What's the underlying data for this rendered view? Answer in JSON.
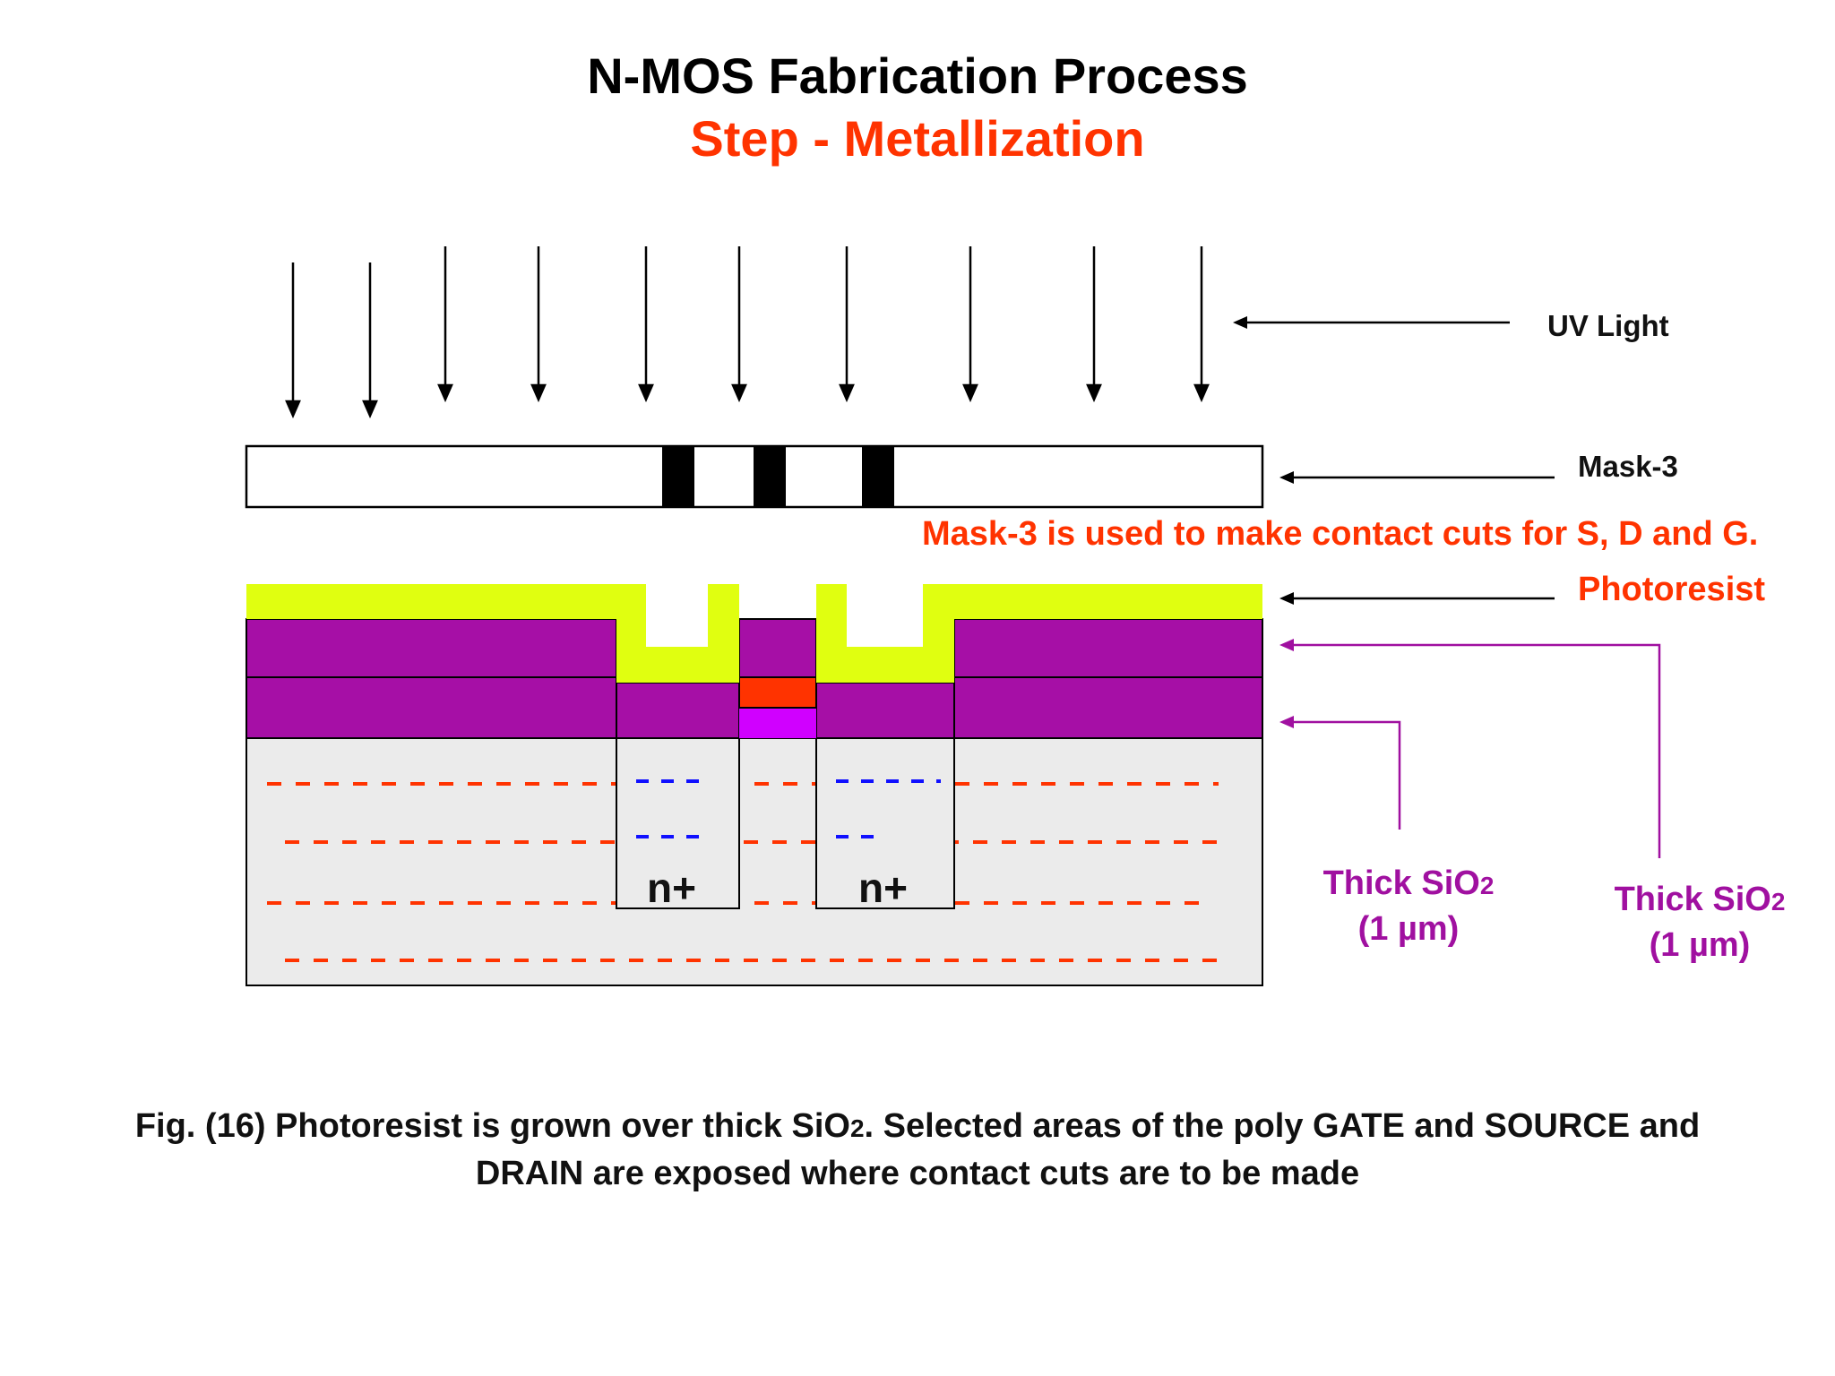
{
  "title": "N-MOS Fabrication Process",
  "subtitle": "Step - Metallization",
  "labels": {
    "uv_light": "UV Light",
    "mask": "Mask-3",
    "mask_note": "Mask-3 is used to make contact cuts for S, D and G.",
    "photoresist": "Photoresist",
    "sio2_a_prefix": "Thick SiO",
    "sio2_a_sub": "2",
    "sio2_a_thickness": "(1 µm)",
    "sio2_b_prefix": "Thick SiO",
    "sio2_b_sub": "2",
    "sio2_b_thickness": "(1 µm)",
    "source_region": "n+",
    "drain_region": "n+"
  },
  "caption": {
    "line1_prefix": "Fig. (16) Photoresist is grown over thick SiO",
    "line1_sub": "2",
    "line1_suffix": ". Selected areas of the poly GATE and SOURCE and",
    "line2": "DRAIN are exposed where contact cuts are to be made"
  },
  "colors": {
    "subtitle": "#ff3300",
    "orange_label": "#ff3300",
    "purple_label": "#a010a0",
    "photoresist": "#e0ff10",
    "oxide": "#a60fa6",
    "gate_poly": "#ff3300",
    "gate_oxide": "#d000ff",
    "substrate": "#ebebeb",
    "carrier_dash": "#ff3300",
    "electron_dash": "#1010ff",
    "mask_opaque": "#000000"
  }
}
